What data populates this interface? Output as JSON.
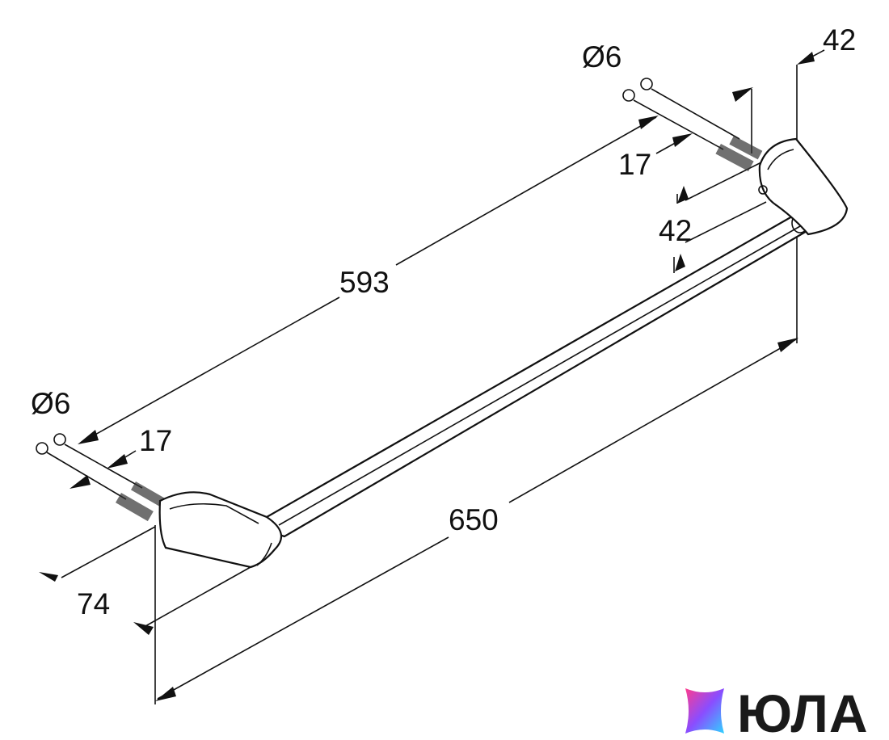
{
  "drawing": {
    "dimensions": {
      "length_total": "650",
      "length_between_holes": "593",
      "depth_left": "74",
      "bracket_width": "42",
      "bracket_height": "42",
      "screw_length_left": "17",
      "screw_length_right": "17",
      "hole_diameter_left": "Ø6",
      "hole_diameter_right": "Ø6"
    }
  },
  "logo": {
    "text": "ЮЛА",
    "colors": [
      "#ff3c8e",
      "#8a4dff",
      "#2fd3ff"
    ]
  }
}
